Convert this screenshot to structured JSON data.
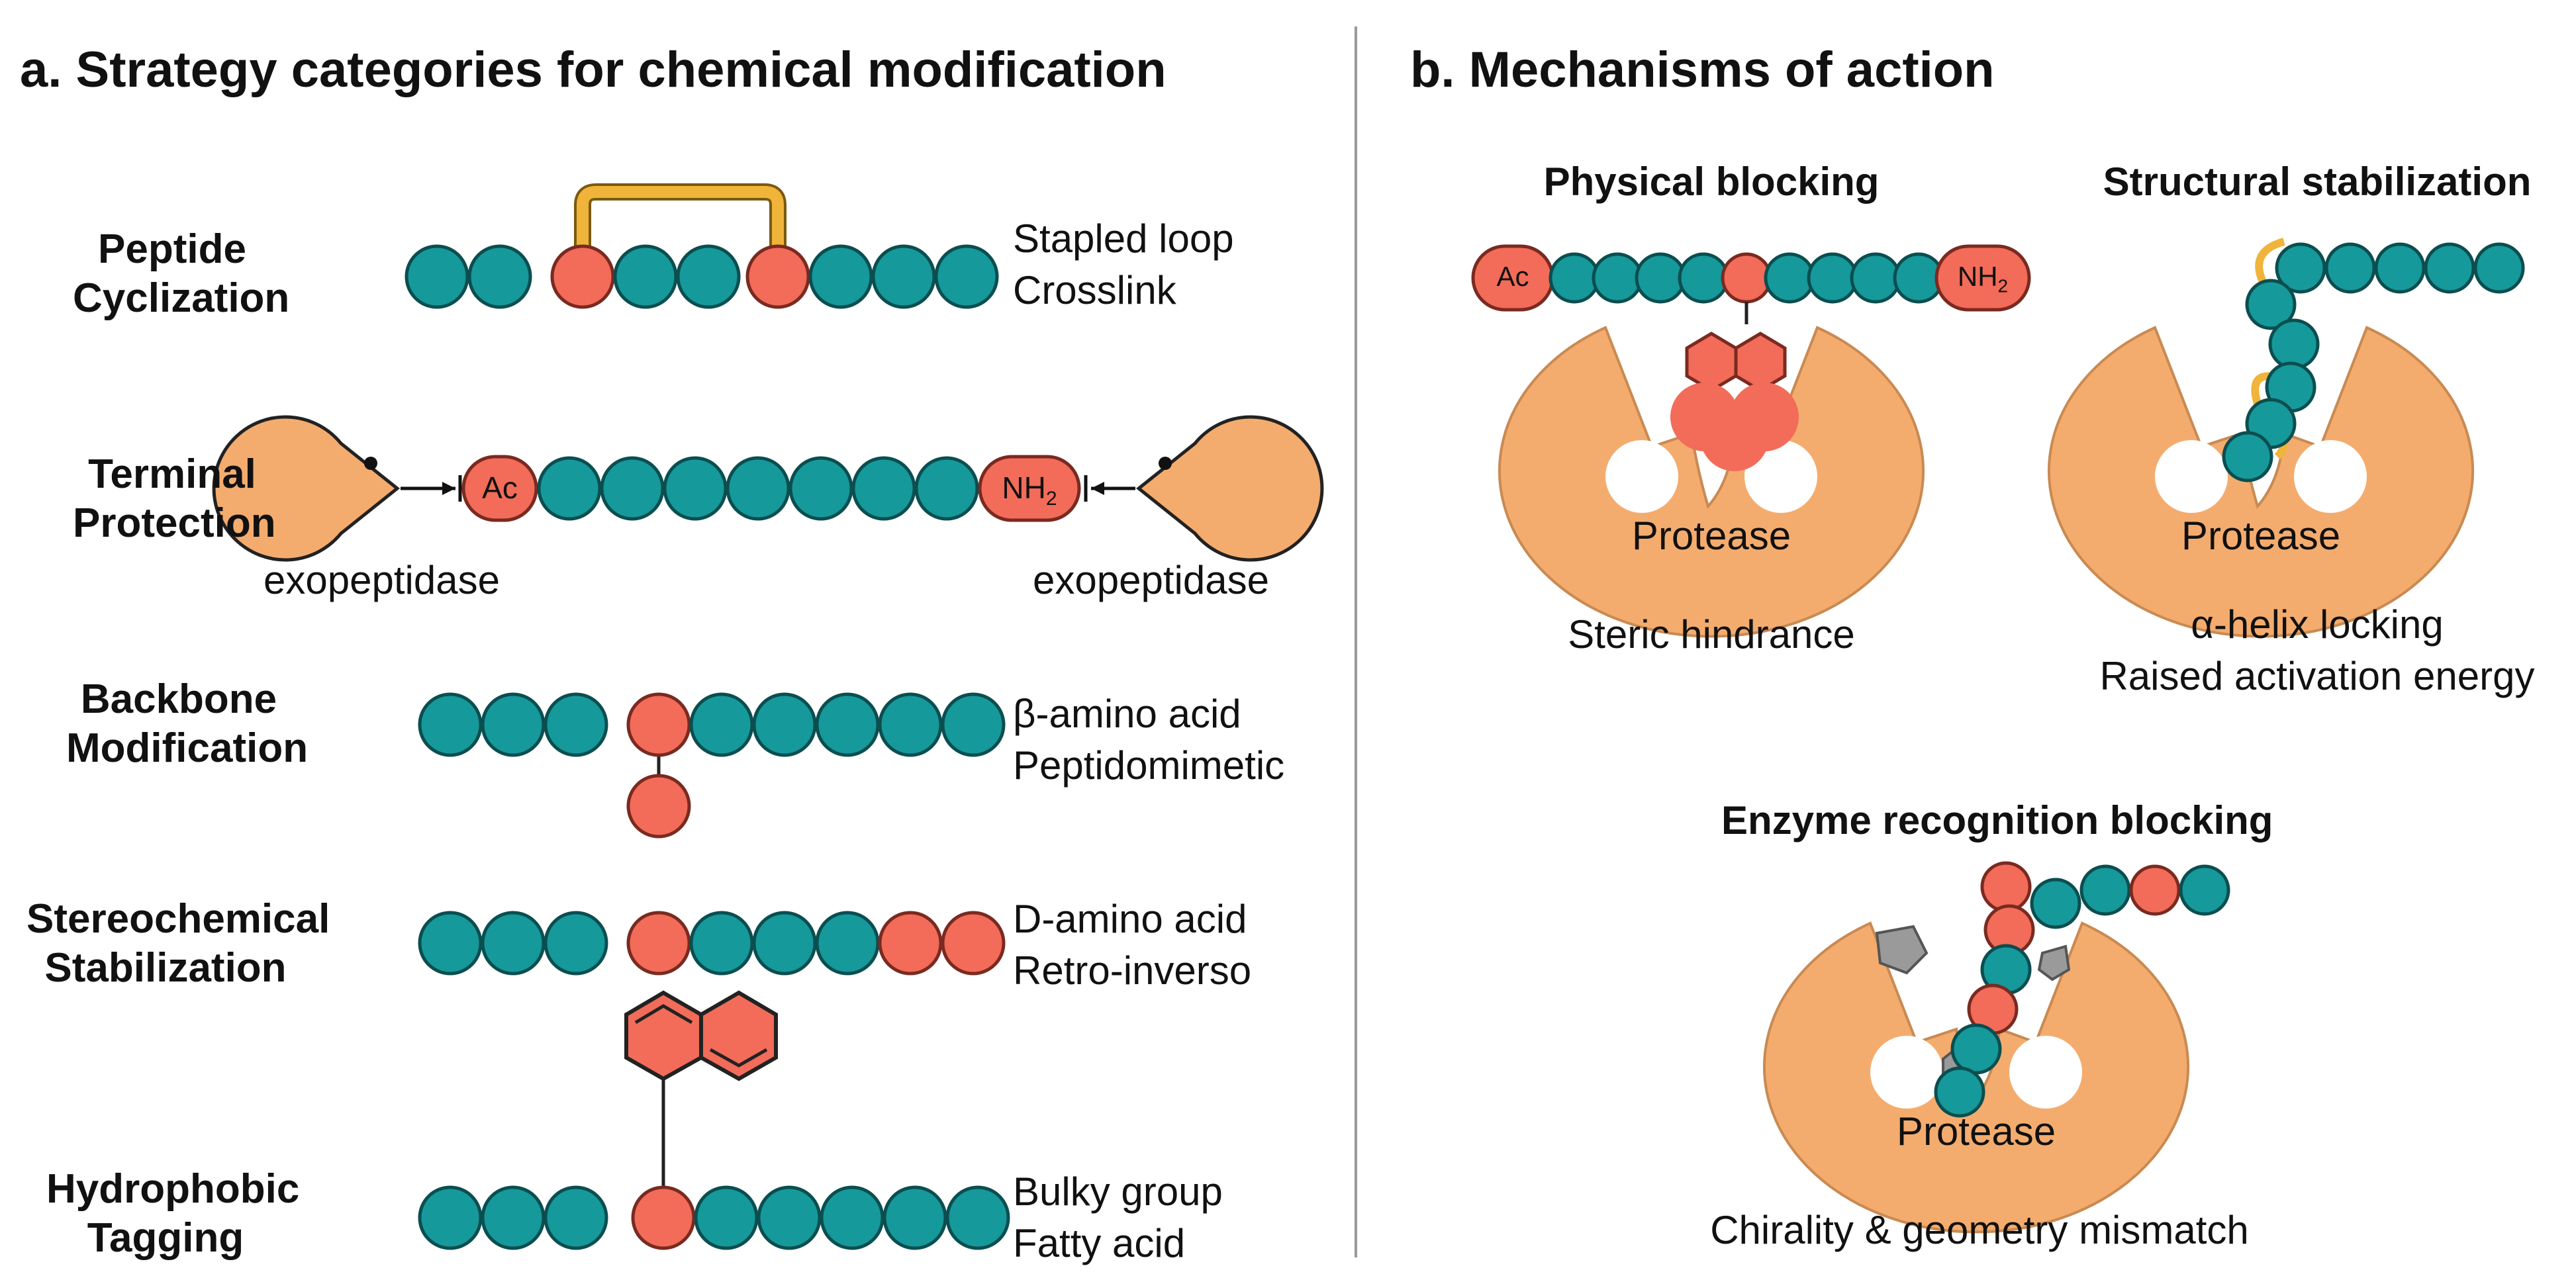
{
  "panel_a": {
    "title": "a. Strategy categories for chemical modification",
    "rows": [
      {
        "label_l1": "Peptide",
        "label_l2": "Cyclization",
        "desc_l1": "Stapled loop",
        "desc_l2": "Crosslink"
      },
      {
        "label_l1": "Terminal",
        "label_l2": "Protection",
        "desc_l1": "",
        "desc_l2": ""
      },
      {
        "label_l1": "Backbone",
        "label_l2": "Modification",
        "desc_l1": "β-amino acid",
        "desc_l2": "Peptidomimetic"
      },
      {
        "label_l1": "Stereochemical",
        "label_l2": "Stabilization",
        "desc_l1": "D-amino acid",
        "desc_l2": "Retro-inverso"
      },
      {
        "label_l1": "Hydrophobic",
        "label_l2": "Tagging",
        "desc_l1": "Bulky group",
        "desc_l2": "Fatty acid"
      }
    ],
    "exo_left": "exopeptidase",
    "exo_right": "exopeptidase",
    "cap_n": "Ac",
    "cap_c": "NH",
    "cap_c_sub": "2"
  },
  "panel_b": {
    "title": "b. Mechanisms of action",
    "physical": {
      "title": "Physical blocking",
      "enzyme": "Protease",
      "caption_l1": "Steric hindrance",
      "cap_n": "Ac",
      "cap_c": "NH",
      "cap_c_sub": "2"
    },
    "structural": {
      "title": "Structural stabilization",
      "enzyme": "Protease",
      "caption_l1": "α-helix locking",
      "caption_l2": "Raised activation energy"
    },
    "recognition": {
      "title": "Enzyme recognition blocking",
      "enzyme": "Protease",
      "caption_l1": "Chirality & geometry mismatch"
    }
  },
  "colors": {
    "residue": "#16999a",
    "residue_stroke": "#0b4e50",
    "modified": "#f26c59",
    "modified_stroke": "#7a2a20",
    "staple": "#f0b43a",
    "enzyme": "#f4ac6e",
    "enzyme_stroke": "#c98a52",
    "divider": "#9a9a9a",
    "pocket_gray": "#9a9a9a"
  }
}
